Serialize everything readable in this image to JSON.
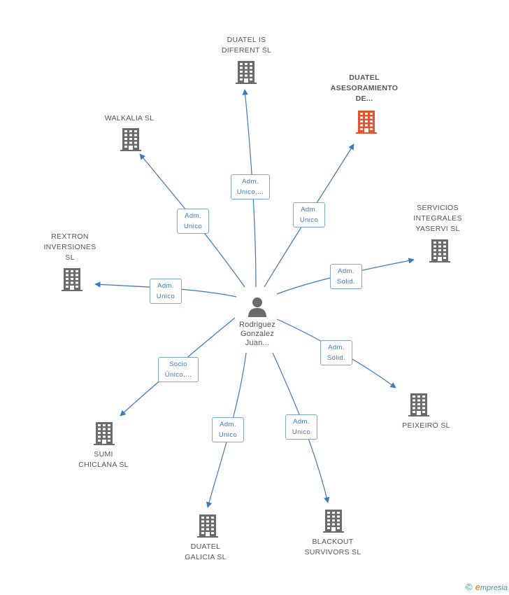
{
  "center": {
    "label": "Rodriguez\nGonzalez\nJuan...",
    "icon": "person-icon"
  },
  "colors": {
    "edge": "#3a78c8",
    "building": "#6b6b6b",
    "building_highlight": "#e8532c"
  },
  "nodes": [
    {
      "id": "duatel-is",
      "label": "DUATEL IS\nDIFERENT SL",
      "relation": "Adm.\nUnico,...",
      "highlight": false
    },
    {
      "id": "duatel-asesoramiento",
      "label": "DUATEL\nASESORAMIENTO\nDE...",
      "relation": "Adm.\nUnico",
      "highlight": true
    },
    {
      "id": "walkalia",
      "label": "WALKALIA SL",
      "relation": "Adm.\nUnico",
      "highlight": false
    },
    {
      "id": "servicios-integrales",
      "label": "SERVICIOS\nINTEGRALES\nYASERVI SL",
      "relation": "Adm.\nSolid.",
      "highlight": false
    },
    {
      "id": "rextron",
      "label": "REXTRON\nINVERSIONES\nSL",
      "relation": "Adm.\nUnico",
      "highlight": false
    },
    {
      "id": "peixeiro",
      "label": "PEIXEIRO SL",
      "relation": "Adm.\nSolid.",
      "highlight": false
    },
    {
      "id": "sumi",
      "label": "SUMI\nCHICLANA SL",
      "relation": "Socio\nÚnico,...",
      "highlight": false
    },
    {
      "id": "duatel-galicia",
      "label": "DUATEL\nGALICIA SL",
      "relation": "Adm.\nUnico",
      "highlight": false
    },
    {
      "id": "blackout",
      "label": "BLACKOUT\nSURVIVORS SL",
      "relation": "Adm.\nUnico",
      "highlight": false
    }
  ],
  "footer": {
    "copyright": "©",
    "brand_initial": "e",
    "brand_rest": "mpresia"
  }
}
